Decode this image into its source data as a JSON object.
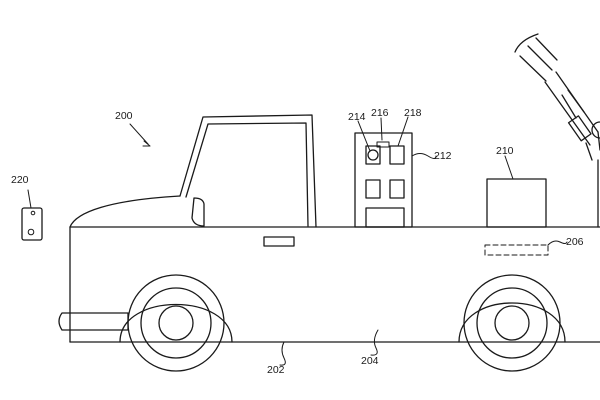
{
  "figure": {
    "labels": {
      "system": "200",
      "vehicle": "202",
      "bed": "204",
      "sensor": "206",
      "cargo": "210",
      "cabinet": "212",
      "cabinet_part_a": "214",
      "cabinet_part_b": "216",
      "cabinet_part_c": "218",
      "device": "220"
    }
  }
}
